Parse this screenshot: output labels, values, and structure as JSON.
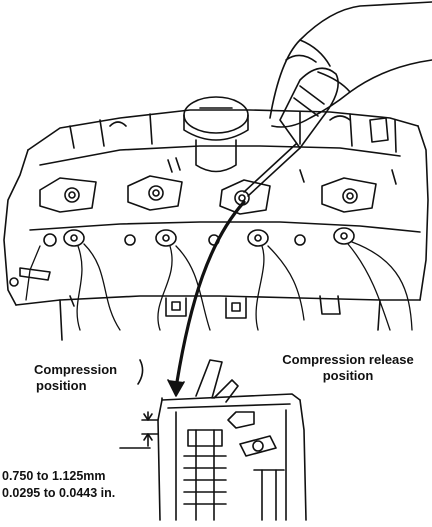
{
  "labels": {
    "compression_line1": "Compression",
    "compression_line2": "position",
    "release_line1": "Compression release",
    "release_line2": "position",
    "spec_mm": "0.750 to 1.125mm",
    "spec_in": "0.0295 to 0.0443 in."
  },
  "colors": {
    "ink": "#111111",
    "paper": "#ffffff"
  }
}
